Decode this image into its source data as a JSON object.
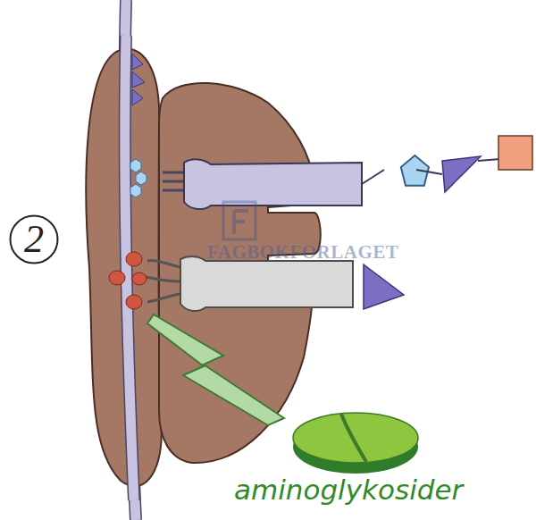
{
  "diagram": {
    "nodes": [
      {
        "text": [
          "2"
        ]
      }
    ],
    "labels": [
      "aminoglykosider",
      "FAGBOKFORLAGET"
    ]
  }
}
